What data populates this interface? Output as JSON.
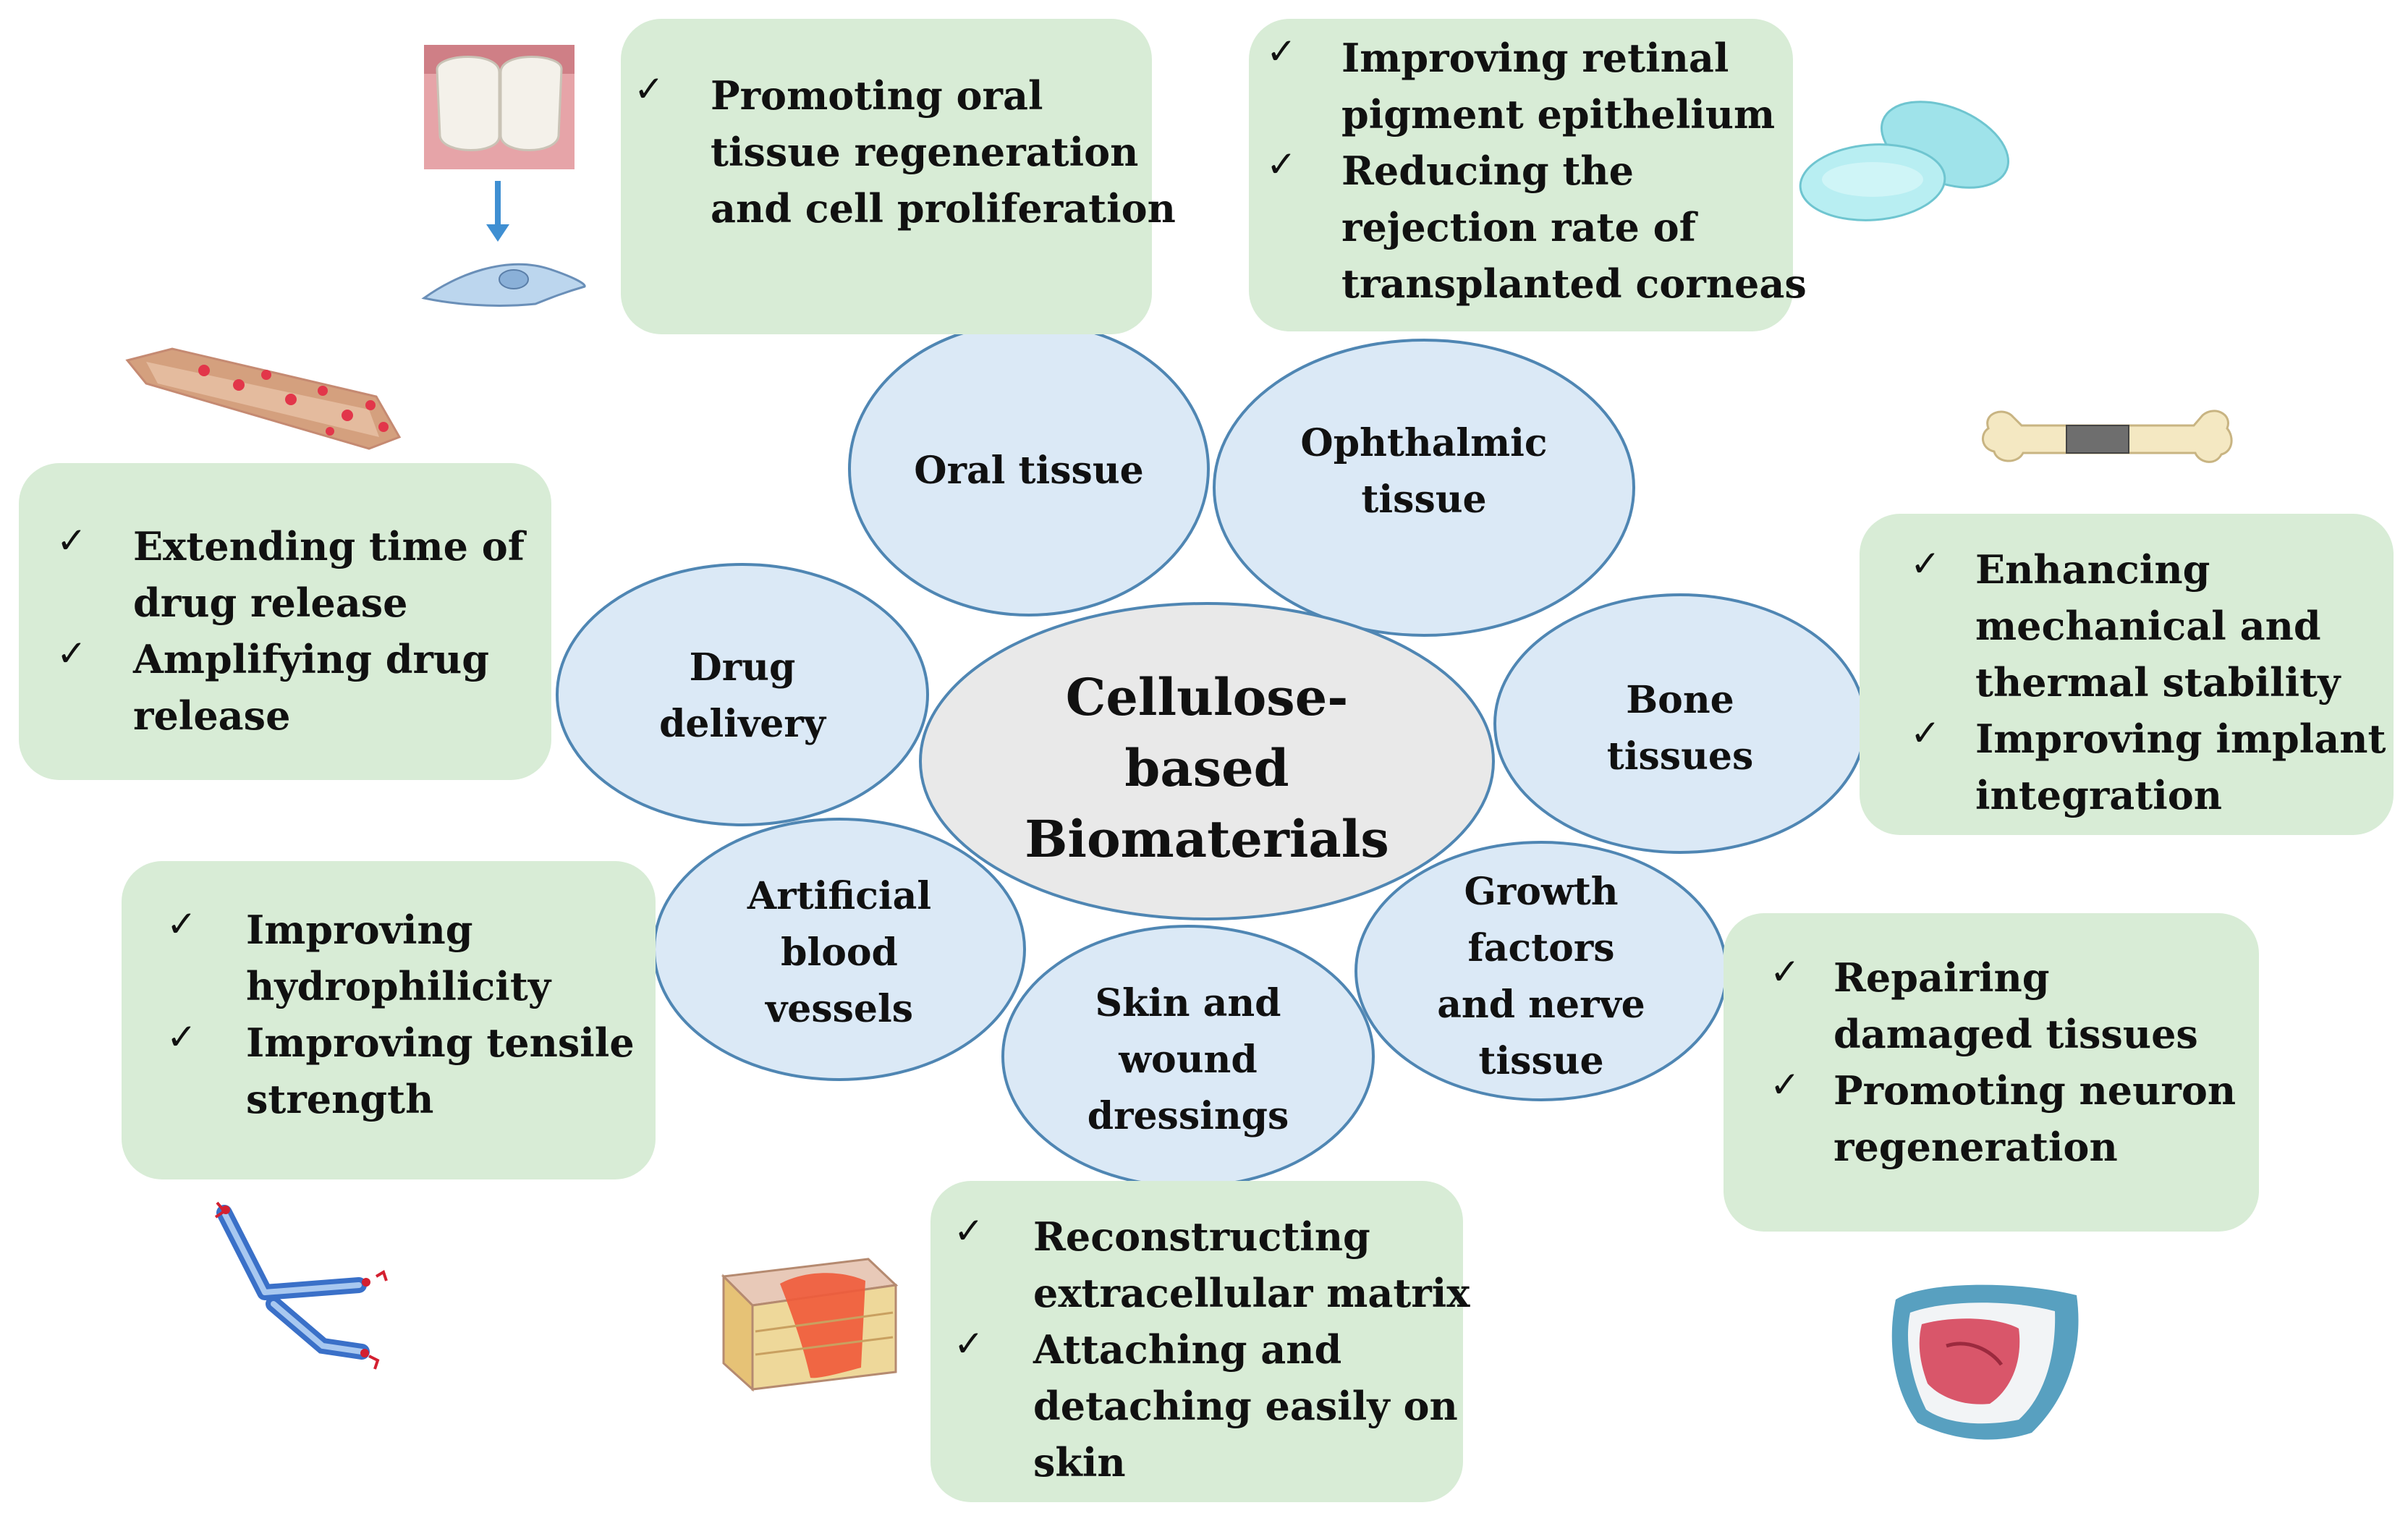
{
  "center": {
    "lines": [
      "Cellulose-",
      "based",
      "Biomaterials"
    ]
  },
  "colors": {
    "petal_fill": "#dbe9f6",
    "petal_stroke": "#4f86b3",
    "center_fill": "#e9e9e9",
    "box_fill": "#d8ecd6"
  },
  "petals": [
    {
      "id": "oral",
      "lines": [
        "Oral tissue"
      ]
    },
    {
      "id": "ophthalmic",
      "lines": [
        "Ophthalmic",
        "tissue"
      ]
    },
    {
      "id": "bone",
      "lines": [
        "Bone",
        "tissues"
      ]
    },
    {
      "id": "growth",
      "lines": [
        "Growth",
        "factors",
        "and nerve",
        "tissue"
      ]
    },
    {
      "id": "skin",
      "lines": [
        "Skin and",
        "wound",
        "dressings"
      ]
    },
    {
      "id": "vessels",
      "lines": [
        "Artificial",
        "blood",
        "vessels"
      ]
    },
    {
      "id": "drug",
      "lines": [
        "Drug",
        "delivery"
      ]
    }
  ],
  "boxes": {
    "oral": {
      "check": "✓",
      "items": [
        [
          "Promoting oral",
          "tissue regeneration",
          "and cell proliferation"
        ]
      ]
    },
    "ophthalmic": {
      "check": "✓",
      "items": [
        [
          "Improving retinal",
          "pigment epithelium"
        ],
        [
          "Reducing the",
          "rejection rate of",
          "transplanted corneas"
        ]
      ]
    },
    "drug": {
      "check": "✓",
      "items": [
        [
          "Extending time of",
          "drug release"
        ],
        [
          "Amplifying drug",
          "release"
        ]
      ]
    },
    "bone": {
      "check": "✓",
      "items": [
        [
          "Enhancing",
          "mechanical and",
          "thermal stability"
        ],
        [
          "Improving implant",
          "integration"
        ]
      ]
    },
    "vessels": {
      "check": "✓",
      "items": [
        [
          "Improving",
          "hydrophilicity"
        ],
        [
          "Improving tensile",
          "strength"
        ]
      ]
    },
    "growth": {
      "check": "✓",
      "items": [
        [
          "Repairing",
          "damaged tissues"
        ],
        [
          "Promoting neuron",
          "regeneration"
        ]
      ]
    },
    "skin": {
      "check": "✓",
      "items": [
        [
          "Reconstructing",
          "extracellular matrix"
        ],
        [
          "Attaching and",
          "detaching easily on",
          "skin"
        ]
      ]
    }
  },
  "icons": [
    "teeth-icon",
    "cell-icon",
    "contact-lens-icon",
    "drug-scaffold-icon",
    "bone-implant-icon",
    "blood-vessel-icon",
    "skin-section-icon",
    "nerve-tissue-icon"
  ]
}
